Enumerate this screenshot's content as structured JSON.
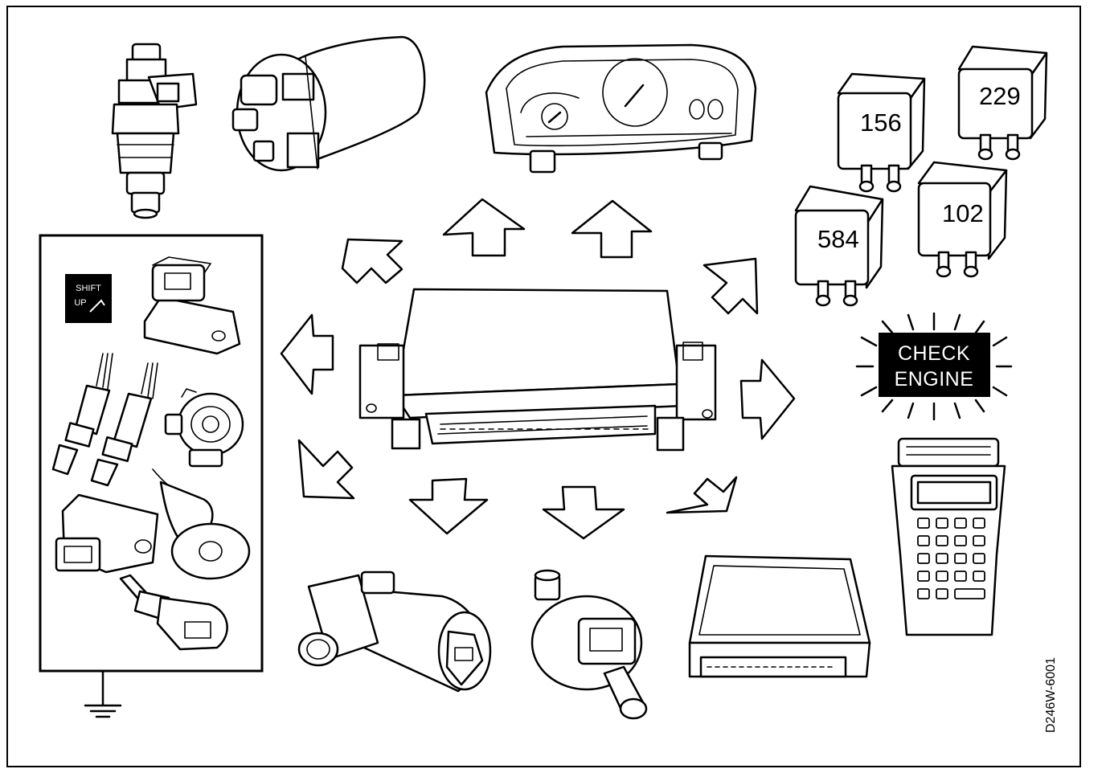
{
  "relays": [
    {
      "id": "relay-156",
      "number": "156"
    },
    {
      "id": "relay-229",
      "number": "229"
    },
    {
      "id": "relay-584",
      "number": "584"
    },
    {
      "id": "relay-102",
      "number": "102"
    }
  ],
  "check_engine": {
    "line1": "CHECK",
    "line2": "ENGINE"
  },
  "shift_up": {
    "line1": "SHIFT",
    "line2": "UP"
  },
  "figure_code": "D246W-6001",
  "icons": {
    "ecu": "engine-control-module-icon",
    "injector": "fuel-injector-icon",
    "fuel_pump": "fuel-pump-icon",
    "instrument_cluster": "instrument-cluster-icon",
    "scan_tool": "diagnostic-scan-tool-icon",
    "ground": "ground-symbol-icon"
  }
}
